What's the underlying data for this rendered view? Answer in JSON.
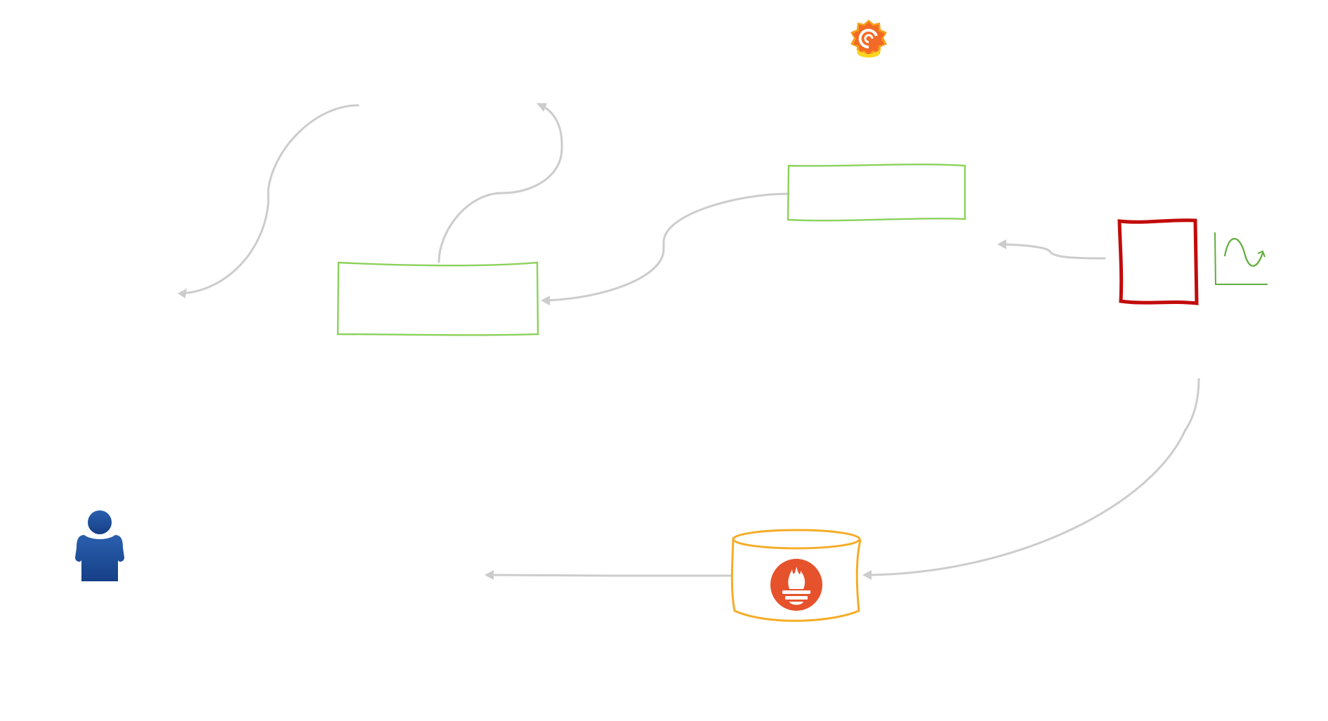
{
  "diagram": {
    "colors": {
      "background": "#ffffff",
      "connector": "#cccccc",
      "node_green": "#8bd15b",
      "node_red": "#c20b0b",
      "database_outline": "#f5ac28",
      "prometheus_logo": "#e6522c",
      "grafana_logo": "#f26a25",
      "user_icon": "#1f4e99",
      "metrics_icon": "#5fad3d"
    },
    "icons": {
      "grafana": "grafana-logo-icon",
      "user": "user-person-icon",
      "prometheus": "prometheus-torch-icon",
      "metrics": "metrics-wave-chart-icon"
    },
    "nodes": [
      {
        "id": "green-box-upper",
        "shape": "rectangle",
        "color": "green"
      },
      {
        "id": "green-box-lower",
        "shape": "rectangle",
        "color": "green"
      },
      {
        "id": "red-box",
        "shape": "rectangle",
        "color": "red"
      },
      {
        "id": "prometheus-database",
        "shape": "cylinder",
        "color": "orange"
      }
    ],
    "edges": [
      {
        "from": "green-box-upper",
        "to": "green-box-lower"
      },
      {
        "from": "red-box",
        "to": "green-box-upper"
      },
      {
        "from": "red-box",
        "to": "prometheus-database"
      },
      {
        "from": "prometheus-database",
        "to": "user"
      }
    ]
  }
}
